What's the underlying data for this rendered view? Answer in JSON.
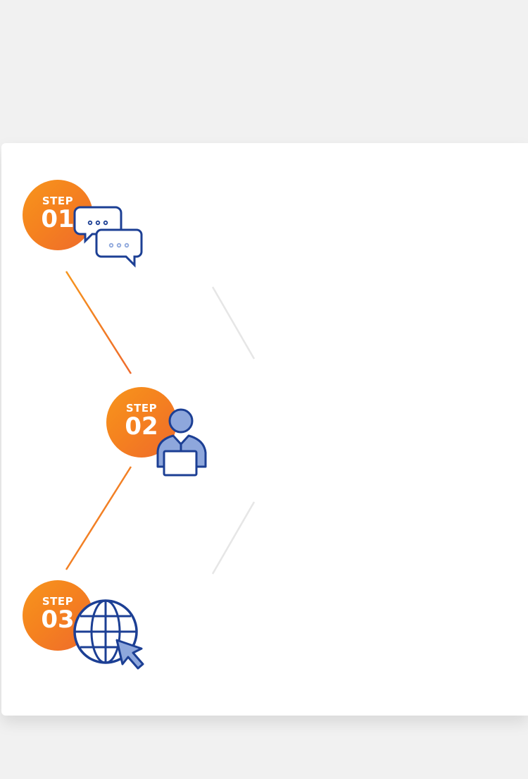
{
  "steps": [
    {
      "label": "STEP",
      "number": "01",
      "icon": "chat-bubbles-icon"
    },
    {
      "label": "STEP",
      "number": "02",
      "icon": "person-laptop-icon"
    },
    {
      "label": "STEP",
      "number": "03",
      "icon": "globe-cursor-icon"
    }
  ],
  "colors": {
    "page_background": "#f1f1f1",
    "card_background": "#ffffff",
    "step_gradient_start": "#f6951d",
    "step_gradient_end": "#ee6a2c",
    "icon_stroke": "#1c3f94",
    "icon_fill": "#8ea7dc",
    "connector_gray": "#e6e6e6"
  }
}
